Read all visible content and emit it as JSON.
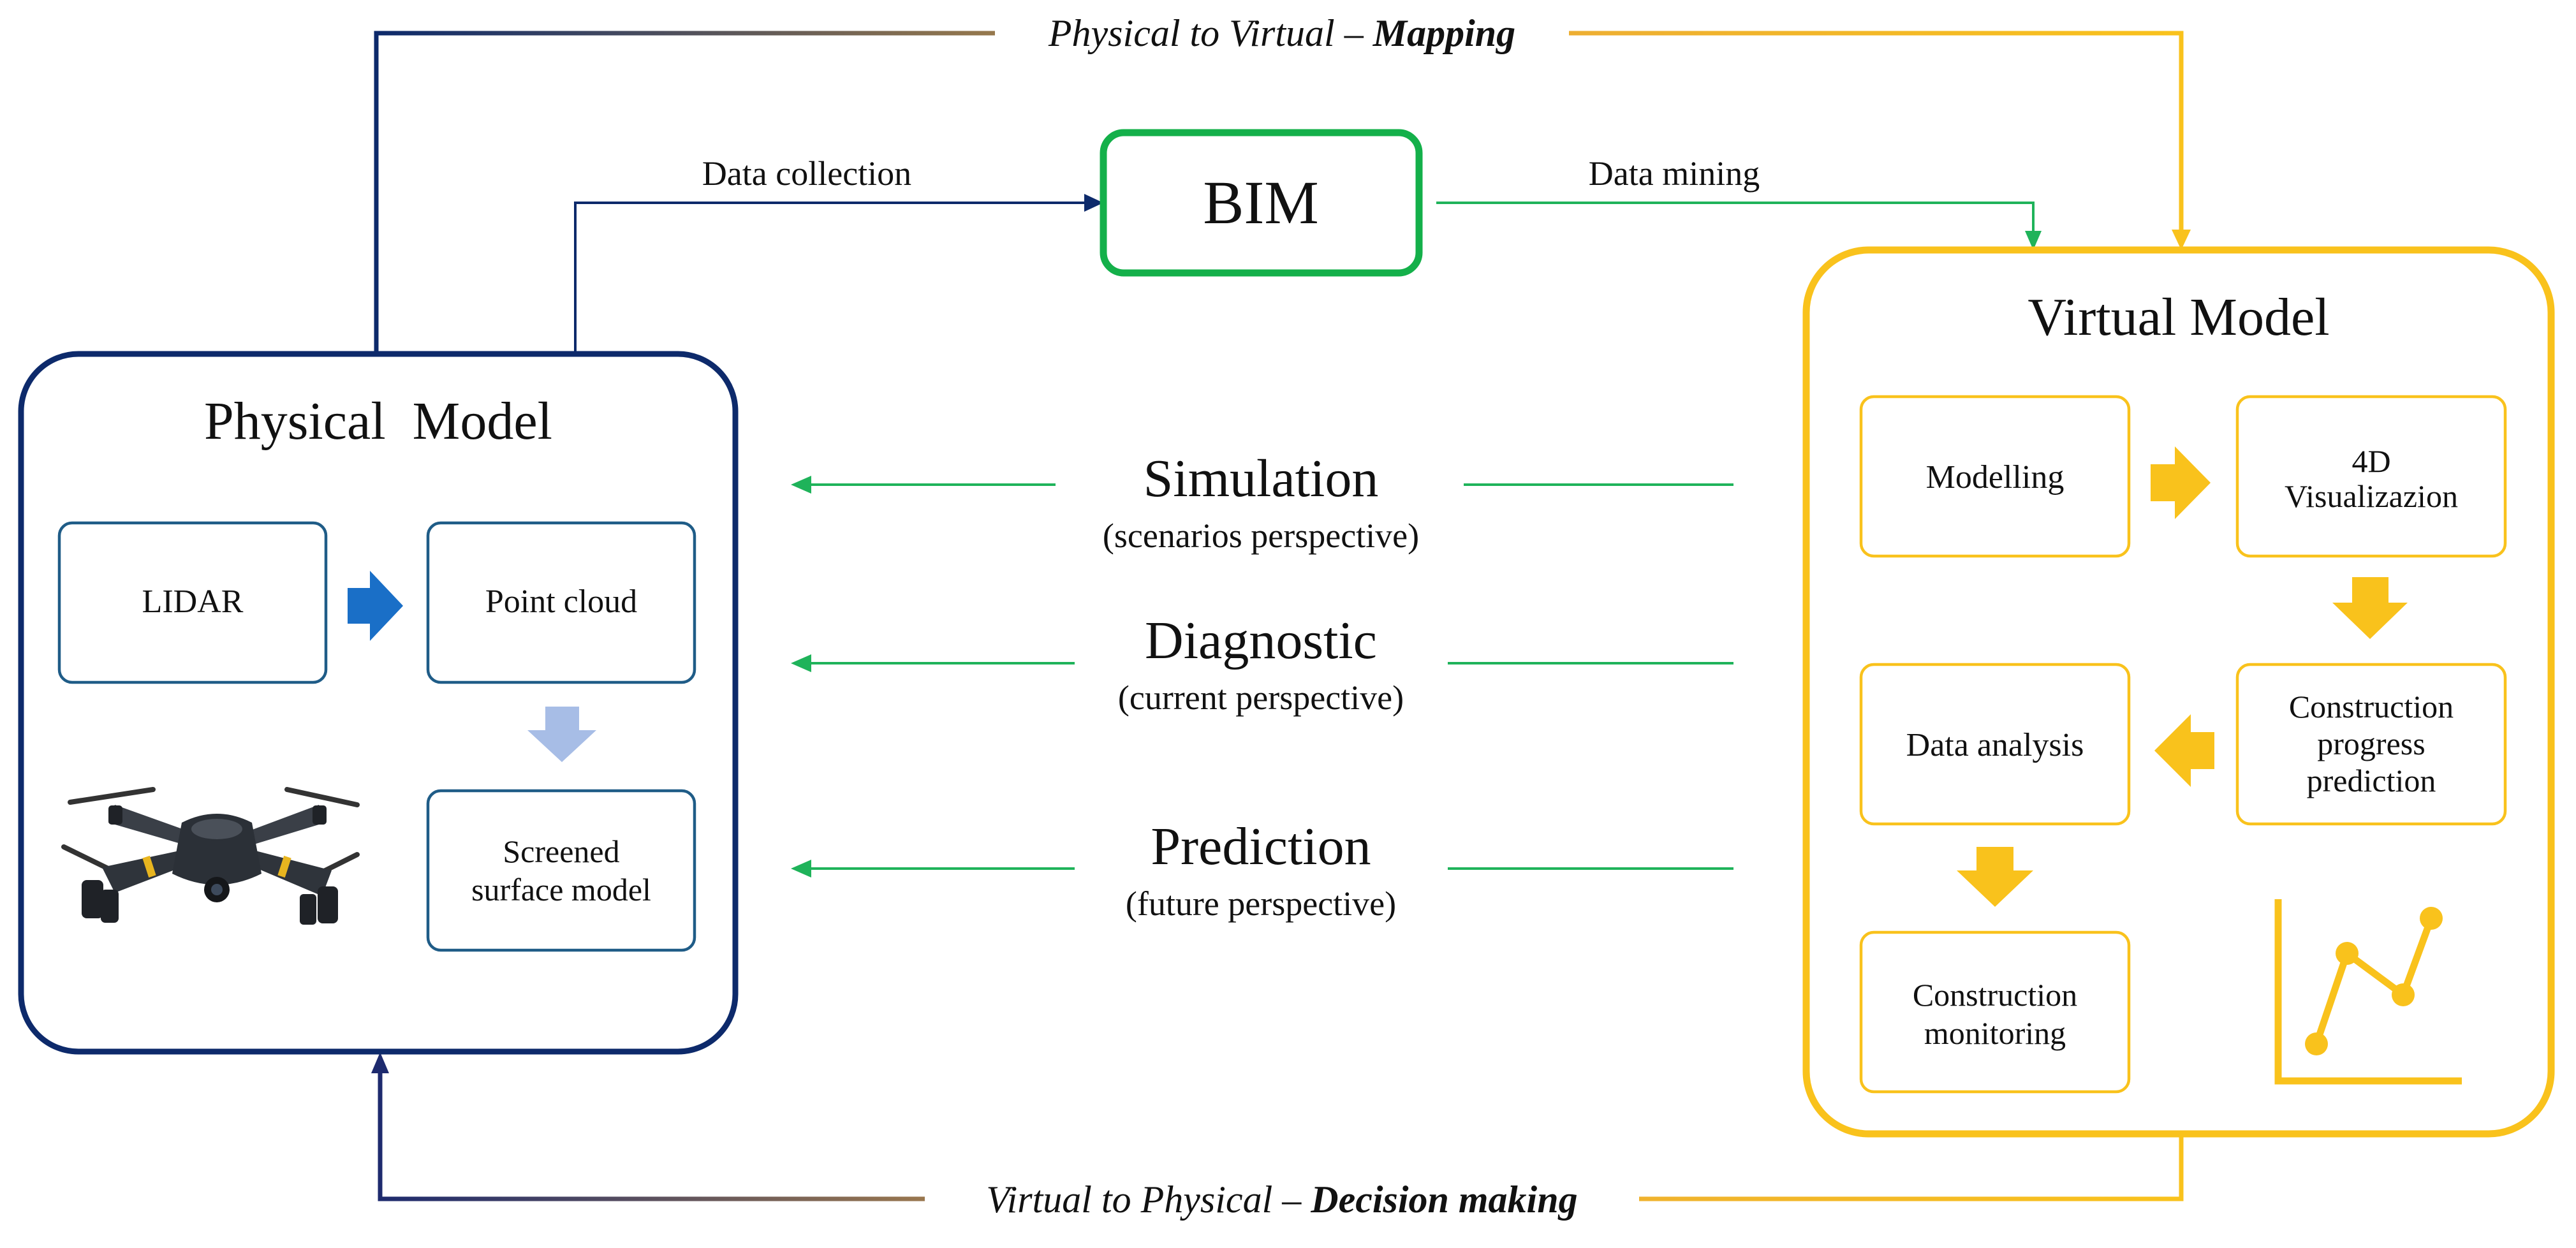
{
  "colors": {
    "physical_blue": "#0d2a6b",
    "virtual_yellow": "#f9c21c",
    "bim_green": "#14b04a",
    "teal_box": "#1f5c87",
    "arrow_blue": "#1a6fc7",
    "arrow_light_blue": "#a7bde6",
    "arrow_green": "#1fb35a"
  },
  "top_label": {
    "normal": "Physical to Virtual – ",
    "bold": "Mapping"
  },
  "bottom_label": {
    "normal": "Virtual to Physical – ",
    "bold": "Decision making"
  },
  "bim": {
    "title": "BIM"
  },
  "data_collection": "Data collection",
  "data_mining": "Data mining",
  "physical_model": {
    "title": "Physical  Model",
    "boxes": {
      "lidar": "LIDAR",
      "point_cloud": "Point cloud",
      "screened": [
        "Screened",
        "surface model"
      ]
    },
    "image": "drone-icon"
  },
  "virtual_model": {
    "title": "Virtual Model",
    "boxes": {
      "modelling": "Modelling",
      "visualization": [
        "4D",
        "Visualizazion"
      ],
      "construction_progress": [
        "Construction",
        "progress",
        "prediction"
      ],
      "data_analysis": "Data analysis",
      "construction_monitoring": [
        "Construction",
        "monitoring"
      ]
    },
    "image": "line-chart-icon"
  },
  "perspectives": [
    {
      "title": "Simulation",
      "subtitle": "(scenarios perspective)"
    },
    {
      "title": "Diagnostic",
      "subtitle": "(current perspective)"
    },
    {
      "title": "Prediction",
      "subtitle": "(future perspective)"
    }
  ]
}
